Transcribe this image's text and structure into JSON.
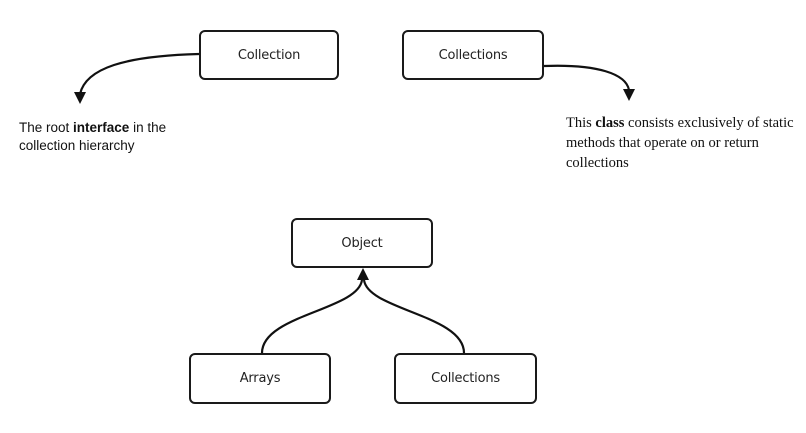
{
  "nodes": {
    "collection": "Collection",
    "collections_top": "Collections",
    "object": "Object",
    "arrays": "Arrays",
    "collections_bottom": "Collections"
  },
  "notes": {
    "collection": {
      "before": "The root ",
      "bold": "interface",
      "after": " in the collection hierarchy"
    },
    "collections": {
      "before": "This ",
      "bold": "class",
      "after": " consists exclusively of static methods that operate on or return collections"
    }
  },
  "colors": {
    "stroke": "#1a1a1a",
    "text": "#222222",
    "background": "#ffffff"
  }
}
